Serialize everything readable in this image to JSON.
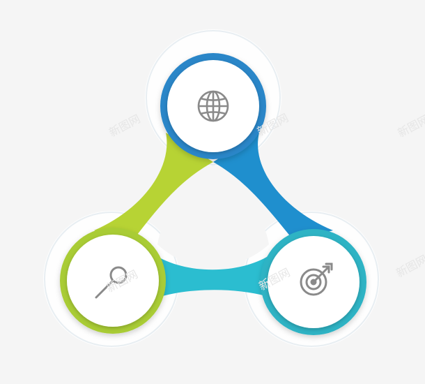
{
  "diagram": {
    "nodes": [
      {
        "id": "top",
        "icon": "globe-icon",
        "ring_color": "#2a86c8"
      },
      {
        "id": "left",
        "icon": "magnifier-icon",
        "ring_color": "#a9cc36"
      },
      {
        "id": "right",
        "icon": "target-icon",
        "ring_color": "#2fb3c4"
      }
    ],
    "links": [
      {
        "from": "top",
        "to": "left",
        "color": "#b7d334"
      },
      {
        "from": "top",
        "to": "right",
        "color": "#1f8fce"
      },
      {
        "from": "left",
        "to": "right",
        "color": "#2bbdd0"
      }
    ],
    "icon_color": "#8a8a8a",
    "background": "#f5f5f5"
  },
  "watermark": {
    "text": "新图网"
  }
}
